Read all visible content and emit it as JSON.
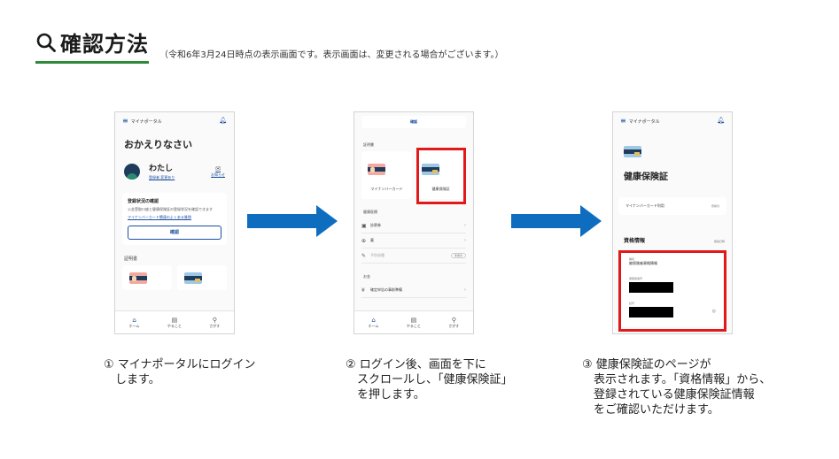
{
  "header": {
    "title": "確認方法",
    "subtitle": "（令和6年3月24日時点の表示画面です。表示画面は、変更される場合がございます。）"
  },
  "colors": {
    "accent_green": "#2e8a3a",
    "arrow_blue": "#0f6dc0",
    "highlight_red": "#e01a1a",
    "link_blue": "#1a4fa0"
  },
  "steps": [
    {
      "caption": "① マイナポータルにログイン\n　します。",
      "screen": {
        "app_title": "マイナポータル",
        "welcome": "おかえりなさい",
        "user_name": "わたし",
        "user_link": "登録者 変更あり",
        "notice_link": "お知らせ",
        "card_title": "登録状況の確認",
        "card_text": "公金受取口座と健康保険証の登録状況を確認できます",
        "card_link": "マイナンバーカード関連のよくある質問",
        "card_button": "確認",
        "section_label": "証明書",
        "nav": [
          "ホーム",
          "やること",
          "さがす"
        ]
      }
    },
    {
      "caption": "② ログイン後、画面を下に\n　スクロールし、「健康保険証」\n　を押します。",
      "screen": {
        "top_button": "確認",
        "section_label": "証明書",
        "tile_1": "マイナンバーカード",
        "tile_2": "健康保険証",
        "section_2": "健康医療",
        "rows": [
          "診察券",
          "薬",
          "予防接種"
        ],
        "row_pill": "準備中",
        "section_3": "お金",
        "row_4": "確定申告の事前準備",
        "nav": [
          "ホーム",
          "やること",
          "さがす"
        ]
      }
    },
    {
      "caption": "③ 健康保険証のページが\n　表示されます。「資格情報」から、\n　登録されている健康保険証情報\n　をご確認いただけます。",
      "screen": {
        "app_title": "マイナポータル",
        "page_title": "健康保険証",
        "usage_label": "マイナンバーカード利用",
        "usage_status": "登録済",
        "section_title": "資格情報",
        "section_date": "取得日時",
        "field_1_label": "種別",
        "field_1_value": "被保険者資格情報",
        "field_2_label": "保険者番号",
        "field_3_label": "記号"
      }
    }
  ]
}
